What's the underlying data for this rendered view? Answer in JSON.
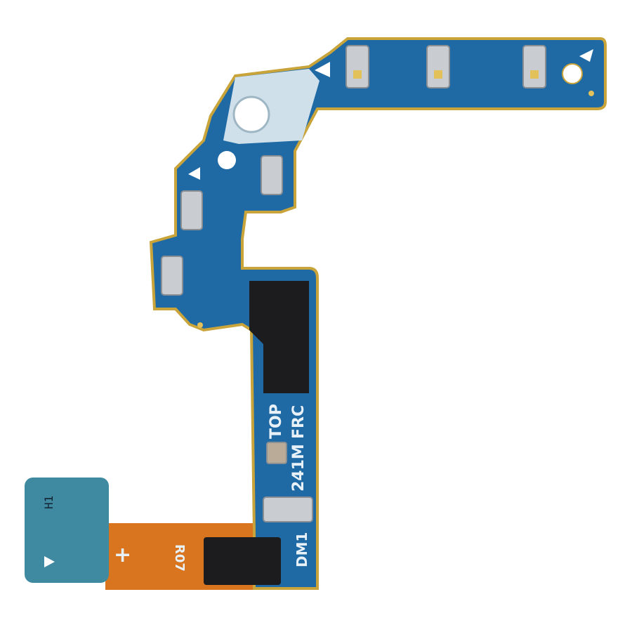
{
  "product": {
    "silkscreen": {
      "top": "TOP",
      "frc": "FRC",
      "code": "241M",
      "dm": "DM1",
      "rev": "R07",
      "plus": "+",
      "marking": "H1"
    }
  },
  "colors": {
    "background": "#ffffff",
    "pcb_blue": "#1f6aa5",
    "pcb_edge": "#c9a43a",
    "flex_orange": "#d9741f",
    "stiffener_black": "#1c1c1e",
    "pad_teal": "#3f8aa0",
    "metal_plate": "#cfe0ea"
  }
}
